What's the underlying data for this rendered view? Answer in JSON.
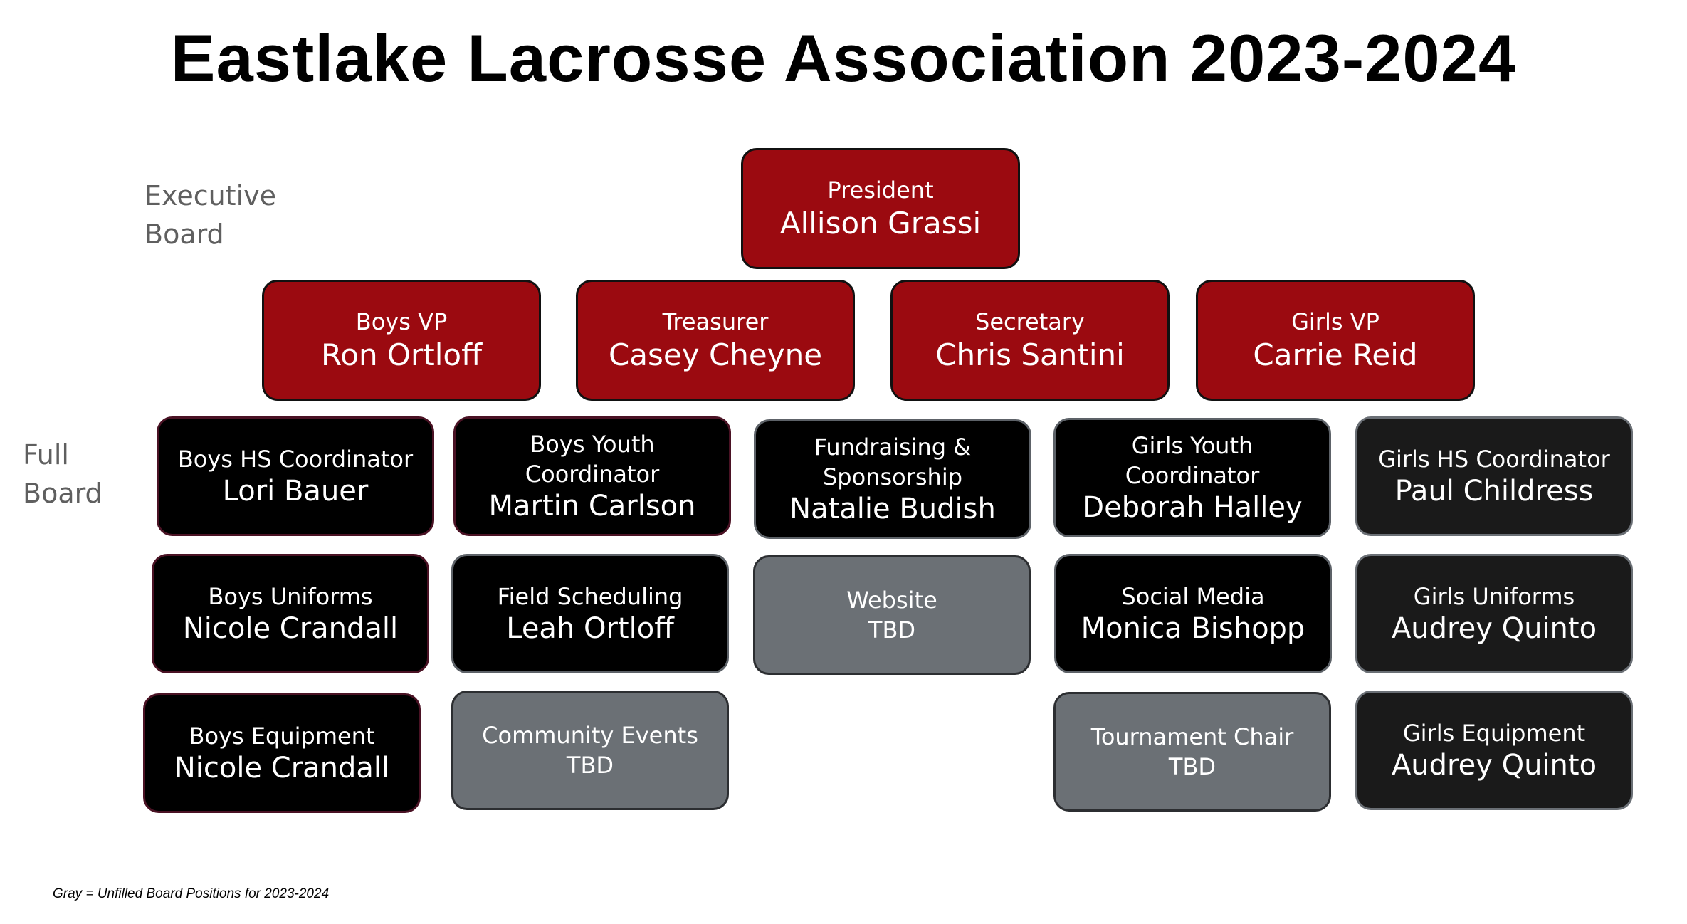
{
  "title": "Eastlake Lacrosse Association 2023-2024",
  "labels": {
    "executive": "Executive Board",
    "full": "Full Board"
  },
  "colors": {
    "executive": "#9b0a10",
    "filled": "#000000",
    "unfilled": "#6b7075"
  },
  "executive": {
    "president": {
      "role": "President",
      "name": "Allison Grassi"
    },
    "boys_vp": {
      "role": "Boys VP",
      "name": "Ron Ortloff"
    },
    "treasurer": {
      "role": "Treasurer",
      "name": "Casey Cheyne"
    },
    "secretary": {
      "role": "Secretary",
      "name": "Chris Santini"
    },
    "girls_vp": {
      "role": "Girls VP",
      "name": "Carrie Reid"
    }
  },
  "board": {
    "boys_hs": {
      "role": "Boys HS Coordinator",
      "name": "Lori Bauer"
    },
    "boys_youth": {
      "role": "Boys Youth Coordinator",
      "name": "Martin Carlson"
    },
    "fundraising": {
      "role": "Fundraising & Sponsorship",
      "name": "Natalie Budish"
    },
    "girls_youth": {
      "role": "Girls Youth Coordinator",
      "name": "Deborah Halley"
    },
    "girls_hs": {
      "role": "Girls HS Coordinator",
      "name": "Paul Childress"
    },
    "boys_uniforms": {
      "role": "Boys Uniforms",
      "name": "Nicole Crandall"
    },
    "field_scheduling": {
      "role": "Field Scheduling",
      "name": "Leah Ortloff"
    },
    "website": {
      "role": "Website",
      "name": "TBD"
    },
    "social_media": {
      "role": "Social Media",
      "name": "Monica Bishopp"
    },
    "girls_uniforms": {
      "role": "Girls Uniforms",
      "name": "Audrey Quinto"
    },
    "boys_equipment": {
      "role": "Boys Equipment",
      "name": "Nicole Crandall"
    },
    "community_events": {
      "role": "Community Events",
      "name": "TBD"
    },
    "tournament_chair": {
      "role": "Tournament Chair",
      "name": "TBD"
    },
    "girls_equipment": {
      "role": "Girls Equipment",
      "name": "Audrey Quinto"
    }
  },
  "footnote": "Gray = Unfilled Board Positions for 2023-2024"
}
